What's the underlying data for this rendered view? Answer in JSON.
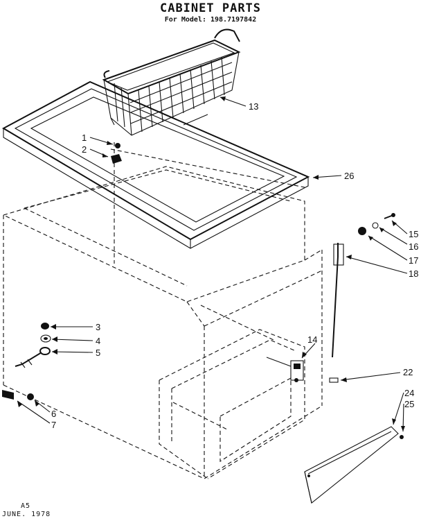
{
  "title": "CABINET PARTS",
  "subtitle": "For Model: 198.7197842",
  "footer": {
    "code": "A5",
    "date": "JUNE. 1978"
  },
  "callouts": {
    "c1": "1",
    "c2": "2",
    "c3": "3",
    "c4": "4",
    "c5": "5",
    "c6": "6",
    "c7": "7",
    "c13": "13",
    "c14": "14",
    "c15": "15",
    "c16": "16",
    "c17": "17",
    "c18": "18",
    "c22": "22",
    "c24": "24",
    "c25": "25",
    "c26": "26"
  }
}
